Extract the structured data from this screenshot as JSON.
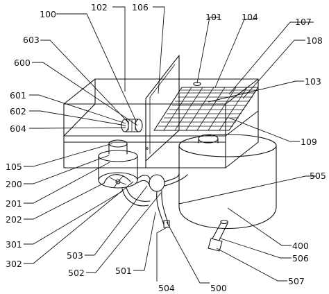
{
  "labels": {
    "l100": "100",
    "l102": "102",
    "l106": "106",
    "l101": "101",
    "l104": "104",
    "l107": "107",
    "l108": "108",
    "l103": "103",
    "l109": "109",
    "l603": "603",
    "l600": "600",
    "l601": "601",
    "l602": "602",
    "l604": "604",
    "l105": "105",
    "l200": "200",
    "l201": "201",
    "l202": "202",
    "l301": "301",
    "l302": "302",
    "l503": "503",
    "l502": "502",
    "l501": "501",
    "l504": "504",
    "l500": "500",
    "l505": "505",
    "l400": "400",
    "l506": "506",
    "l507": "507"
  }
}
